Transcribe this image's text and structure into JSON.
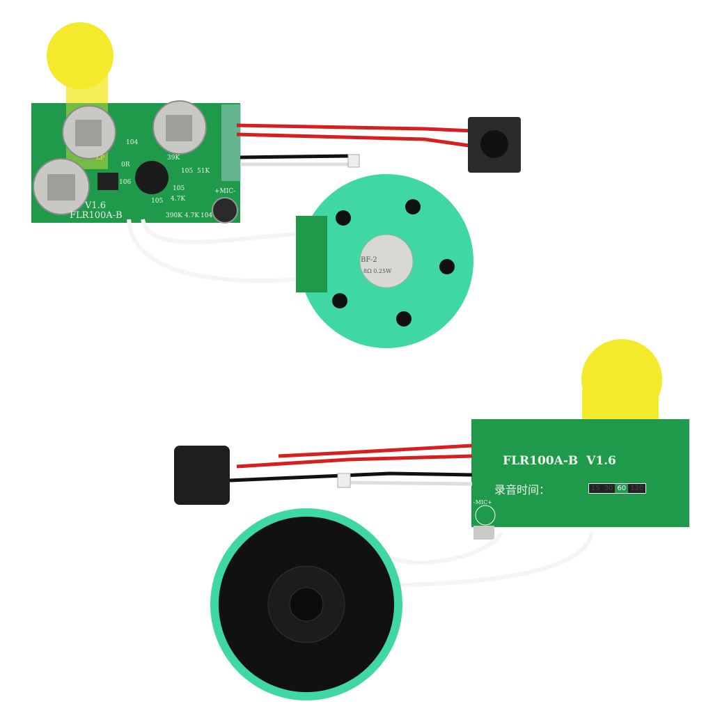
{
  "colors": {
    "pcb": "#1f9a4a",
    "pcb_dark": "#17803b",
    "yellow": "#f4ea2c",
    "speaker_green": "#3fd7a2",
    "wire_red": "#d81e1e",
    "silver": "#c9c9c6"
  },
  "top_board": {
    "model": "FLR100A-B",
    "version": "V1.6",
    "labels": [
      "104",
      "0R",
      "LP",
      "39K",
      "105",
      "51K",
      "105",
      "4.7K",
      "105",
      "390K",
      "4.7K",
      "104",
      "106",
      "+MIC-"
    ]
  },
  "speaker_top": {
    "model": "BF-2",
    "rating": "8Ω 0.25W"
  },
  "bottom_board": {
    "title": "FLR100A-B  V1.6",
    "record_label": "录音时间：",
    "time_options": [
      "15",
      "30",
      "60",
      "120"
    ],
    "mic_label": "-MIC+"
  }
}
